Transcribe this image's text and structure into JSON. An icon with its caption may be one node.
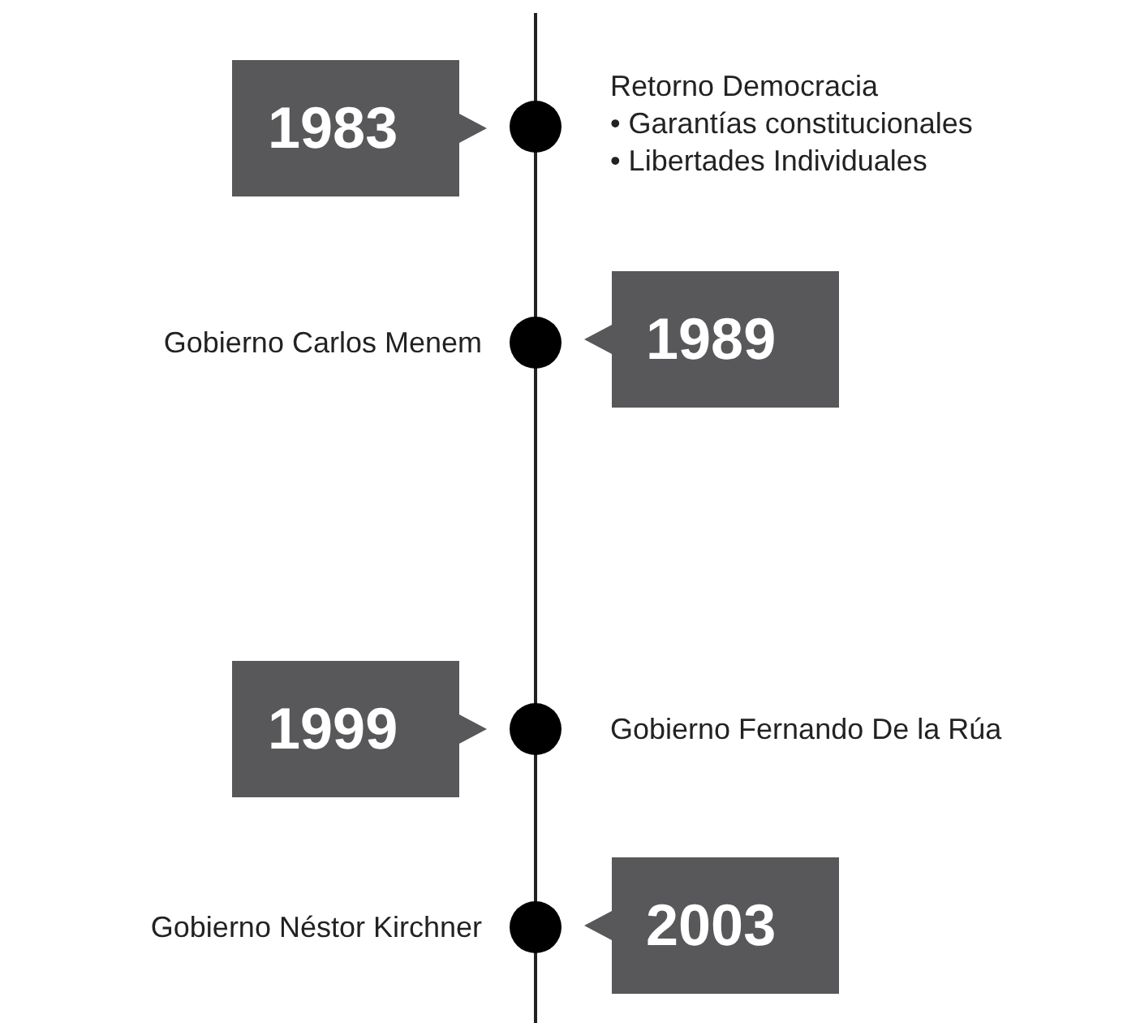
{
  "diagram": {
    "nodes": [
      {
        "text": [
          "1983"
        ]
      },
      {
        "text": [],
        "shape": "circle",
        "beside": [
          "Retorno Democracia",
          "• Garantías constitucionales",
          "• Libertades Individuales"
        ]
      },
      {
        "text": [],
        "shape": "circle",
        "beside": [
          "Gobierno Carlos Menem"
        ]
      },
      {
        "text": [
          "1989"
        ]
      },
      {
        "text": [
          "1999"
        ]
      },
      {
        "text": [],
        "shape": "circle",
        "beside": [
          "Gobierno Fernando De la Rúa"
        ]
      },
      {
        "text": [],
        "shape": "circle",
        "beside": [
          "Gobierno Néstor Kirchner"
        ]
      },
      {
        "text": [
          "2003"
        ]
      }
    ]
  }
}
